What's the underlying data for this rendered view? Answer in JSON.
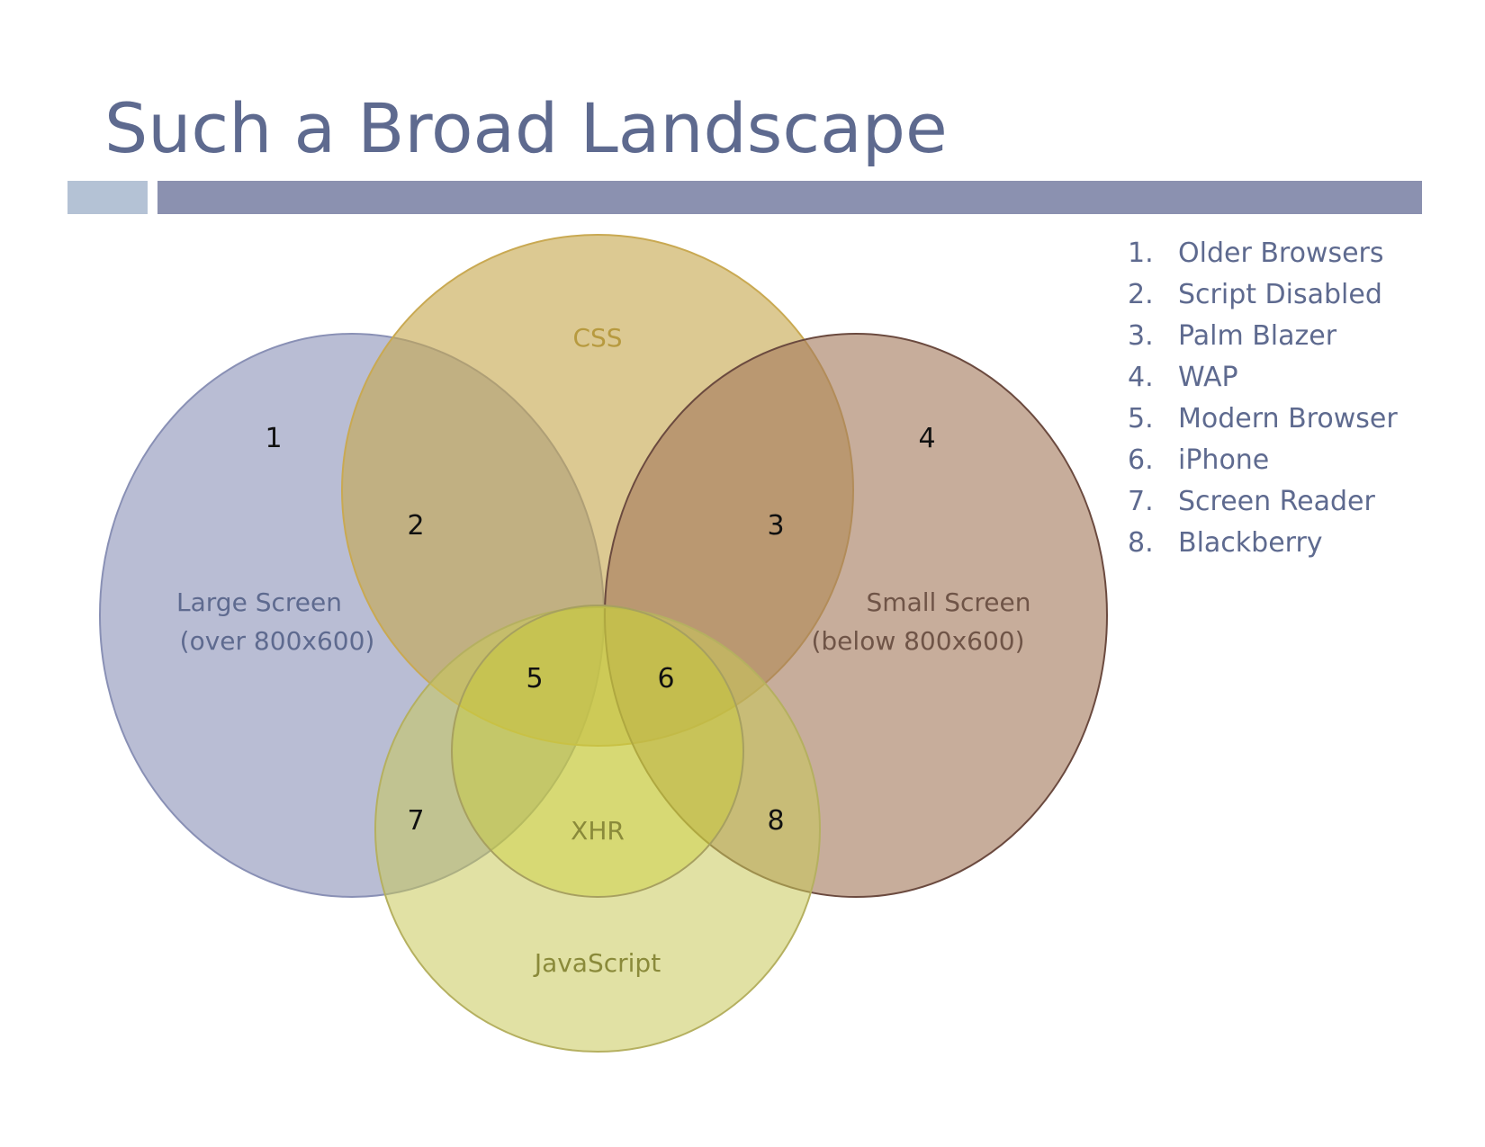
{
  "slide": {
    "title": "Such a Broad Landscape"
  },
  "diagram": {
    "sets": [
      {
        "id": "large-screen",
        "lines": [
          "Large Screen",
          "(over 800x600)"
        ],
        "fill": "#8a91b8",
        "stroke": "#8990b5",
        "text_color": "#5e6a8f"
      },
      {
        "id": "css",
        "lines": [
          "CSS"
        ],
        "fill": "#c7a84f",
        "stroke": "#c9a952",
        "text_color": "#b79a3f"
      },
      {
        "id": "small-screen",
        "lines": [
          "Small Screen",
          "(below 800x600)"
        ],
        "fill": "#a57a5e",
        "stroke": "#6b4a3f",
        "text_color": "#6f5447"
      },
      {
        "id": "javascript",
        "lines": [
          "JavaScript"
        ],
        "fill": "#c9c95a",
        "stroke": "#b5b060",
        "text_color": "#8a8a3a"
      },
      {
        "id": "xhr",
        "lines": [
          "XHR"
        ],
        "fill": "#c8cc2e",
        "stroke": "#a7a060",
        "text_color": "#8a8a3a"
      }
    ],
    "regions": [
      "1",
      "2",
      "3",
      "4",
      "5",
      "6",
      "7",
      "8"
    ]
  },
  "legend": {
    "items": [
      {
        "num": "1.",
        "label": "Older Browsers"
      },
      {
        "num": "2.",
        "label": "Script Disabled"
      },
      {
        "num": "3.",
        "label": "Palm Blazer"
      },
      {
        "num": "4.",
        "label": "WAP"
      },
      {
        "num": "5.",
        "label": "Modern Browser"
      },
      {
        "num": "6.",
        "label": "iPhone"
      },
      {
        "num": "7.",
        "label": "Screen Reader"
      },
      {
        "num": "8.",
        "label": "Blackberry"
      }
    ]
  }
}
